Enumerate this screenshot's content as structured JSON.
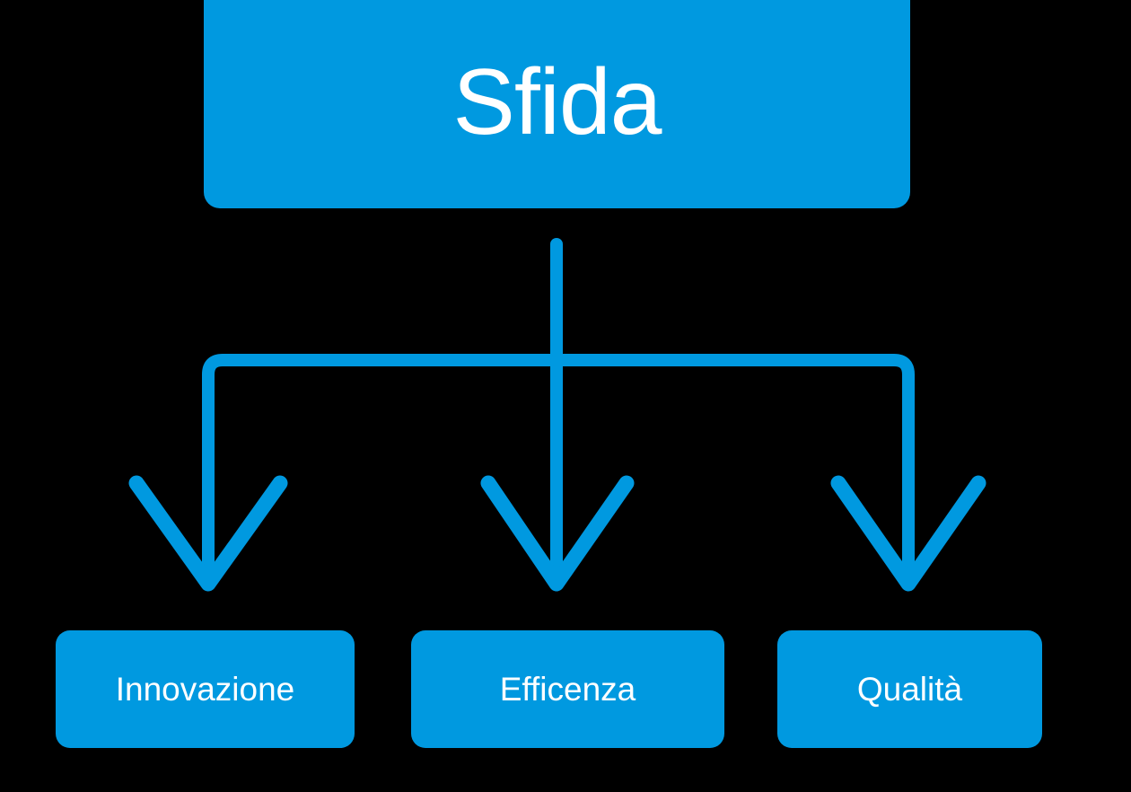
{
  "diagram": {
    "type": "flowchart-tree",
    "background_color": "#000000",
    "accent_color": "#0099E0",
    "text_color": "#FFFFFF",
    "root": {
      "label": "Sfida"
    },
    "leaves": [
      {
        "label": "Innovazione"
      },
      {
        "label": "Efficenza"
      },
      {
        "label": "Qualità"
      }
    ],
    "connectors": {
      "count": 3,
      "style": "elbow-with-v-arrowhead",
      "color": "#0099E0",
      "stroke_width": 14
    }
  }
}
